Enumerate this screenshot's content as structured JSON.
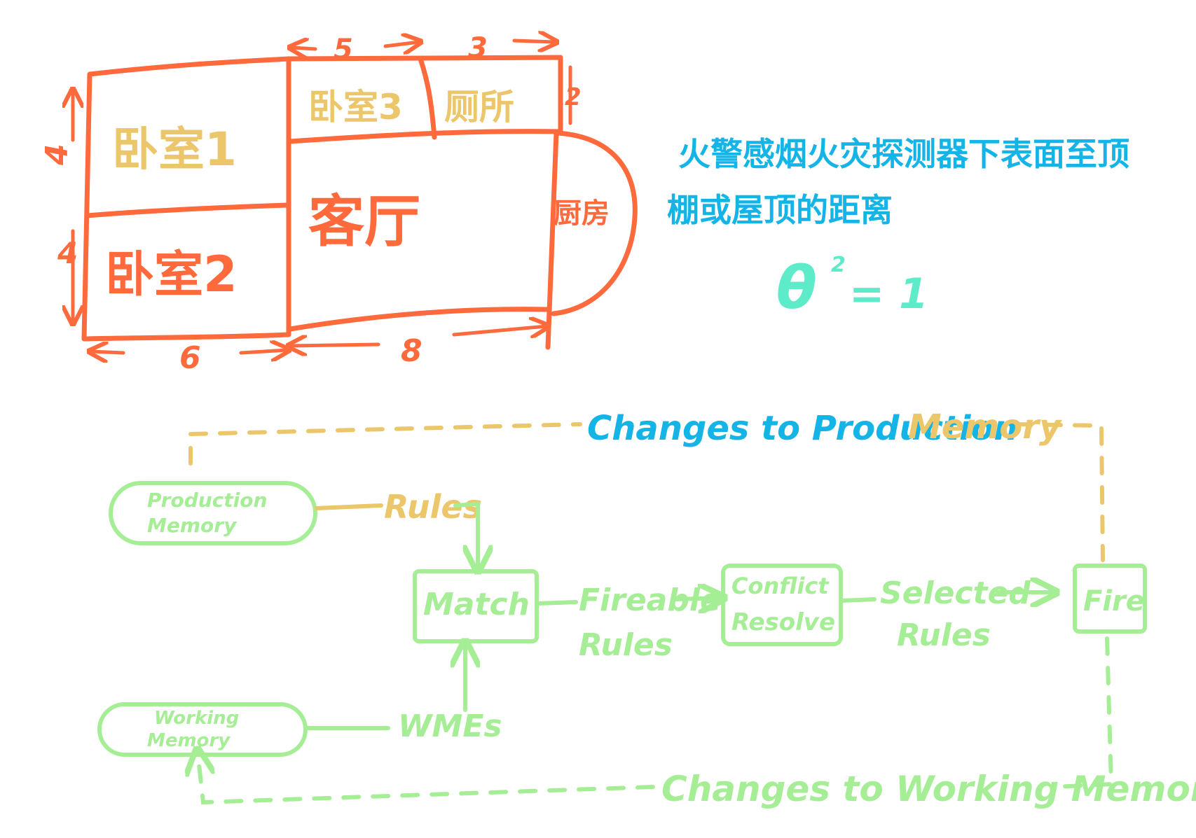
{
  "colors": {
    "orange": "#FF6A3D",
    "yellow": "#ECC66A",
    "blue": "#14B4E6",
    "green": "#A6EE96",
    "teal": "#5EEBC9"
  },
  "floorplan": {
    "rooms": {
      "bedroom1": "卧室1",
      "bedroom2": "卧室2",
      "bedroom3": "卧室3",
      "bathroom": "厕所",
      "living": "客厅",
      "kitchen": "厨房"
    },
    "dims": {
      "top_left": "5",
      "top_right": "3",
      "left_top": "4",
      "left_bottom": "4",
      "bottom_left": "6",
      "bottom_right": "8",
      "right_small": "2"
    }
  },
  "note": {
    "line1": "火警感烟火灾探测器下表面至顶",
    "line2": "棚或屋顶的距离",
    "formula_symbol": "θ",
    "formula_exp": "2",
    "formula_rhs": "= 1"
  },
  "flow": {
    "top_label_a": "Changes to Production",
    "top_label_b": "Memory",
    "bottom_label": "Changes to Working Memory",
    "production_memory_1": "Production",
    "production_memory_2": "Memory",
    "working_memory_1": "Working",
    "working_memory_2": "Memory",
    "rules": "Rules",
    "wmes": "WMEs",
    "match": "Match",
    "fireable_1": "Fireable",
    "fireable_2": "Rules",
    "conflict_1": "Conflict",
    "conflict_2": "Resolve",
    "selected_1": "Selected",
    "selected_2": "Rules",
    "fire": "Fire"
  }
}
